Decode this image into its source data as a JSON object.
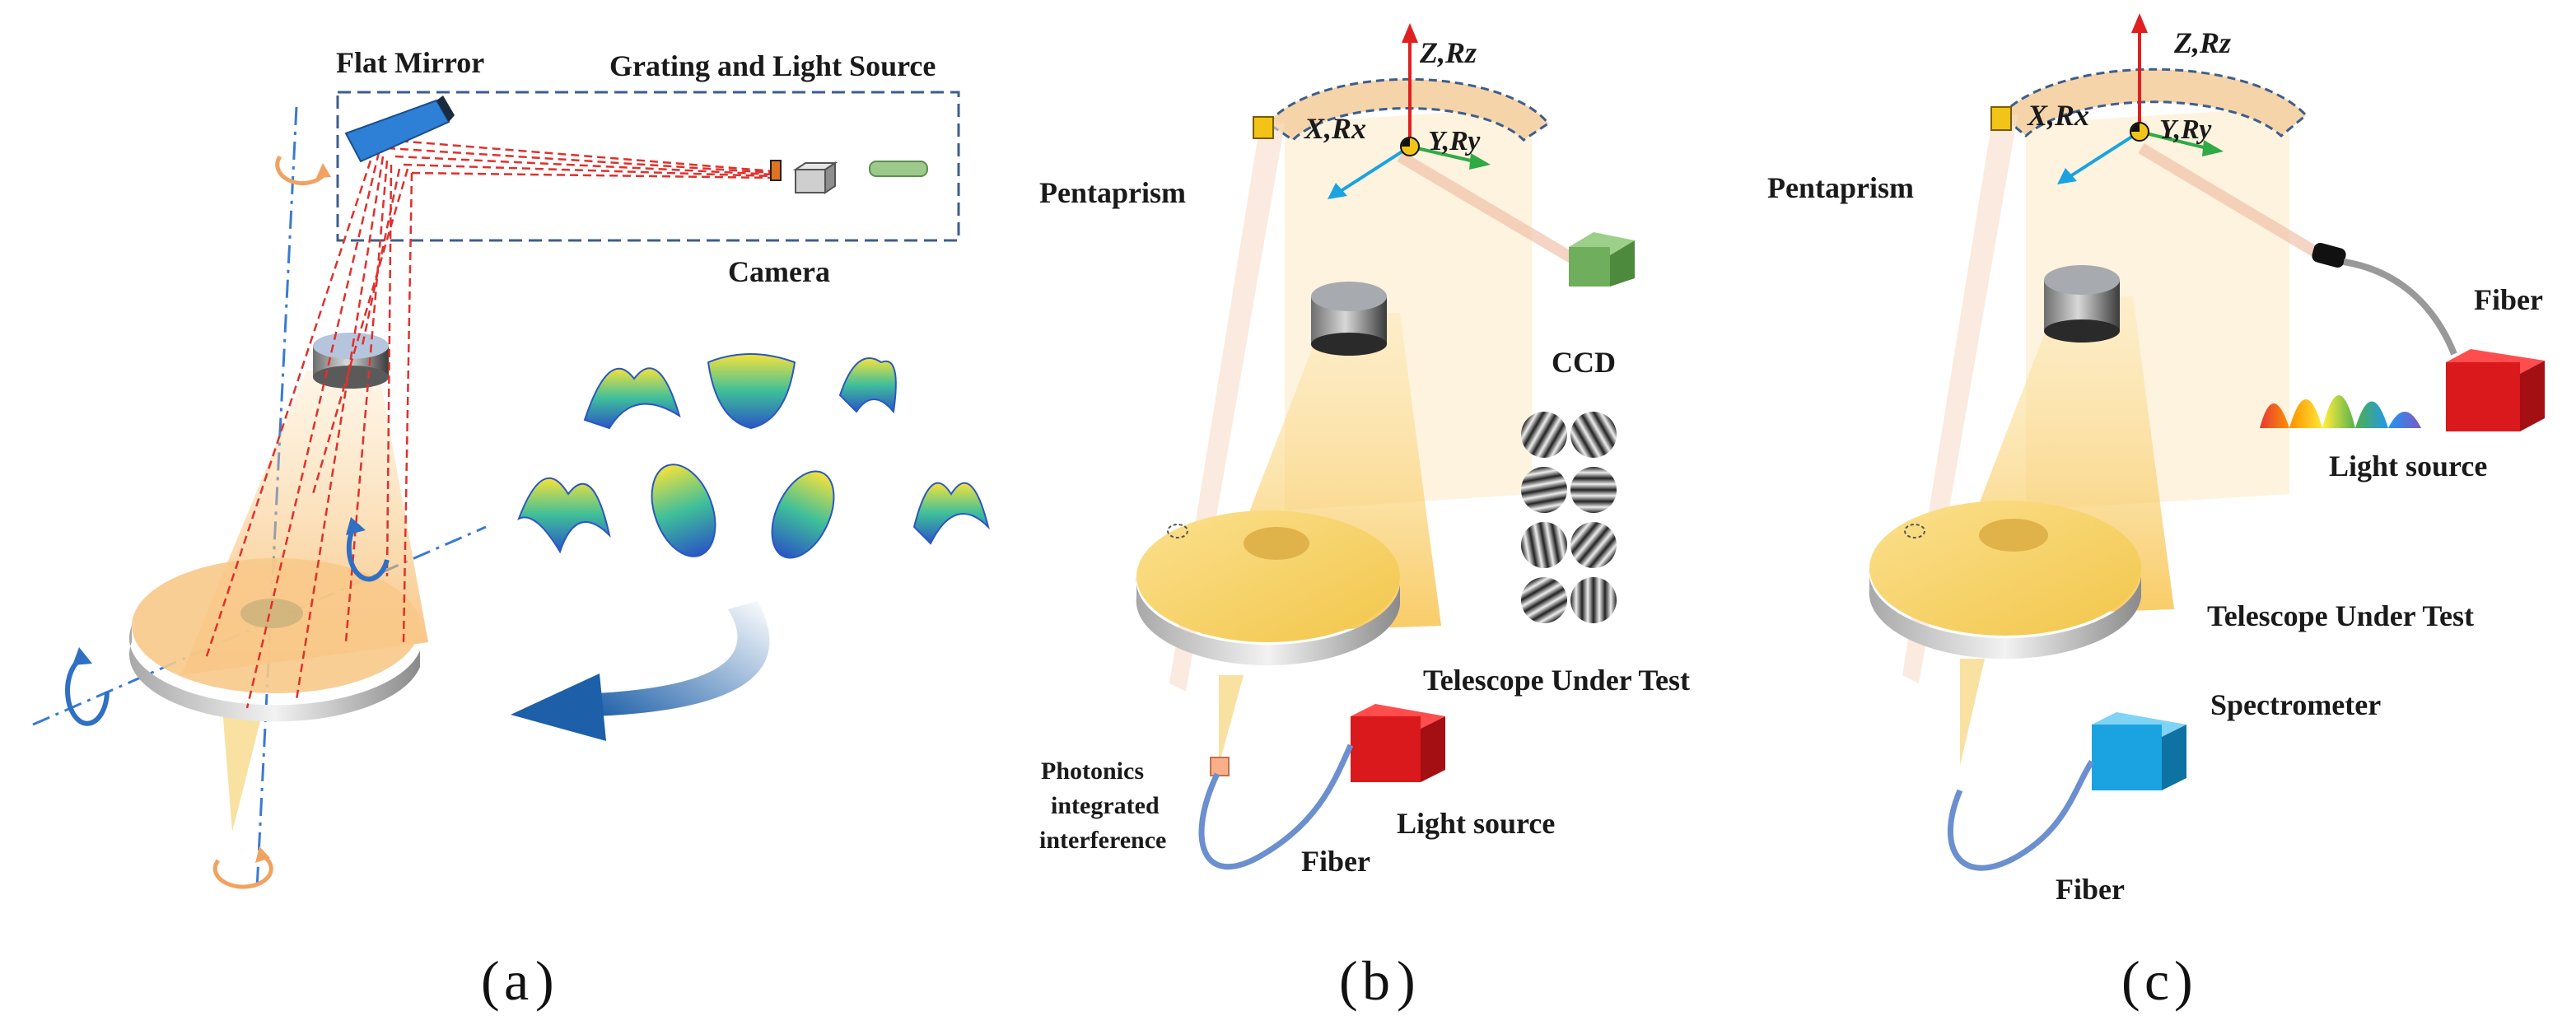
{
  "panel_a": {
    "flat_mirror": "Flat Mirror",
    "grating_light_source": "Grating and Light Source",
    "camera": "Camera",
    "caption_open": "(",
    "caption_letter": "a",
    "caption_close": ")"
  },
  "panel_b": {
    "axis_z": "Z,Rz",
    "axis_x": "X,Rx",
    "axis_y": "Y,Ry",
    "pentaprism": "Pentaprism",
    "ccd": "CCD",
    "telescope": "Telescope Under Test",
    "photonics_line1": "Photonics",
    "photonics_line2": "integrated",
    "photonics_line3": "interference",
    "fiber": "Fiber",
    "light_source": "Light source",
    "caption_open": "(",
    "caption_letter": "b",
    "caption_close": ")"
  },
  "panel_c": {
    "axis_z": "Z,Rz",
    "axis_x": "X,Rx",
    "axis_y": "Y,Ry",
    "pentaprism": "Pentaprism",
    "fiber_top": "Fiber",
    "light_source": "Light source",
    "telescope": "Telescope Under Test",
    "spectrometer": "Spectrometer",
    "fiber_bottom": "Fiber",
    "caption_open": "(",
    "caption_letter": "c",
    "caption_close": ")"
  },
  "colors": {
    "accent_blue": "#2f6fc4",
    "laser_red": "#e0302c",
    "beam_yellow": "#f7c85a",
    "cube_red": "#d9191c",
    "cube_blue": "#1aa3e0",
    "cube_green": "#6fae5c"
  }
}
